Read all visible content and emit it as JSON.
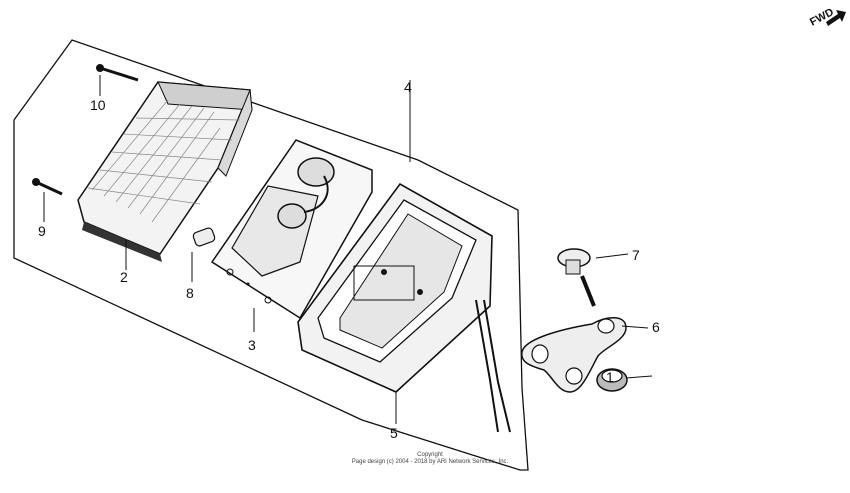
{
  "diagram": {
    "orientation_label": "FWD",
    "callouts": {
      "c1": "1",
      "c2": "2",
      "c3": "3",
      "c4": "4",
      "c5": "5",
      "c6": "6",
      "c7": "7",
      "c8": "8",
      "c9": "9",
      "c10": "10"
    },
    "copyright_line1": "Copyright",
    "copyright_line2": "Page design (c) 2004 - 2018 by ARI Network Services, Inc."
  }
}
